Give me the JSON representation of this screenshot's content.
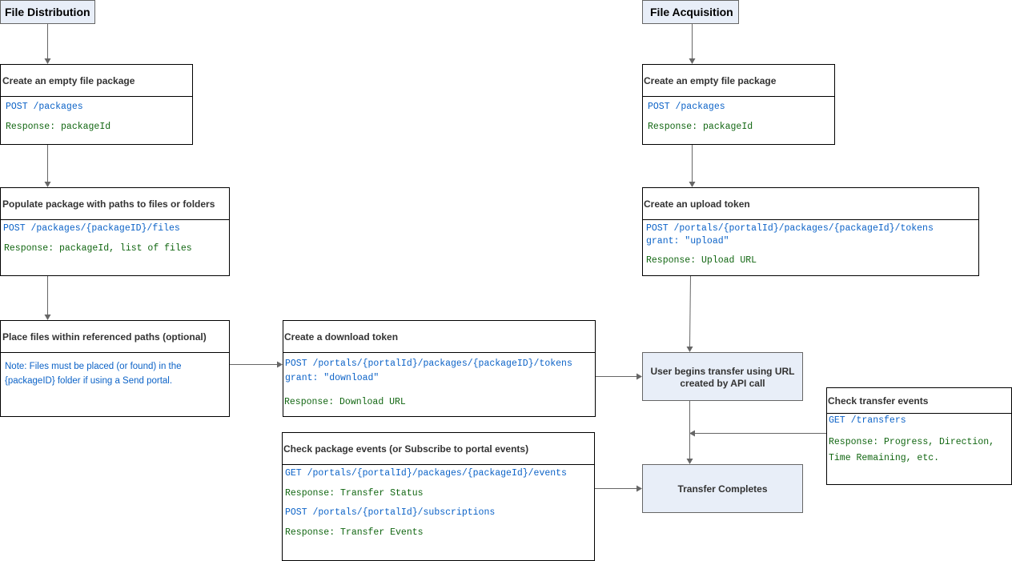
{
  "colors": {
    "endpoint": "#0b62c7",
    "response": "#116611",
    "highlight_fill": "#e8eef8",
    "arrow": "#666666"
  },
  "distribution": {
    "title": "File Distribution",
    "create_package": {
      "header": "Create an empty file package",
      "endpoint": "POST /packages",
      "response": "Response: packageId"
    },
    "populate": {
      "header": "Populate package with paths to files or folders",
      "endpoint": "POST /packages/{packageID}/files",
      "response": "Response: packageId, list of files"
    },
    "place_files": {
      "header": "Place files within referenced paths (optional)",
      "note_line1": "Note: Files must be placed (or found) in the",
      "note_line2": "{packageID} folder if using a Send portal."
    },
    "download_token": {
      "header": "Create a download token",
      "endpoint": "POST /portals/{portalId}/packages/{packageID}/tokens",
      "grant": "grant: \"download\"",
      "response": "Response: Download URL"
    },
    "package_events": {
      "header": "Check package events (or Subscribe to portal events)",
      "endpoint1": "GET /portals/{portalId}/packages/{packageId}/events",
      "response1": "Response: Transfer Status",
      "endpoint2": "POST /portals/{portalId}/subscriptions",
      "response2": "Response: Transfer Events"
    }
  },
  "acquisition": {
    "title": "File Acquisition",
    "create_package": {
      "header": "Create an empty file package",
      "endpoint": "POST /packages",
      "response": "Response: packageId"
    },
    "upload_token": {
      "header": "Create an upload token",
      "endpoint": "POST /portals/{portalId}/packages/{packageId}/tokens",
      "grant": "grant: \"upload\"",
      "response": "Response: Upload URL"
    },
    "user_transfer": {
      "line1": "User begins transfer using URL",
      "line2": "created by API call"
    },
    "transfer_events": {
      "header": "Check transfer events",
      "endpoint": "GET /transfers",
      "response_line1": "Response: Progress, Direction,",
      "response_line2": "Time Remaining, etc."
    },
    "transfer_completes": {
      "label": "Transfer Completes"
    }
  }
}
